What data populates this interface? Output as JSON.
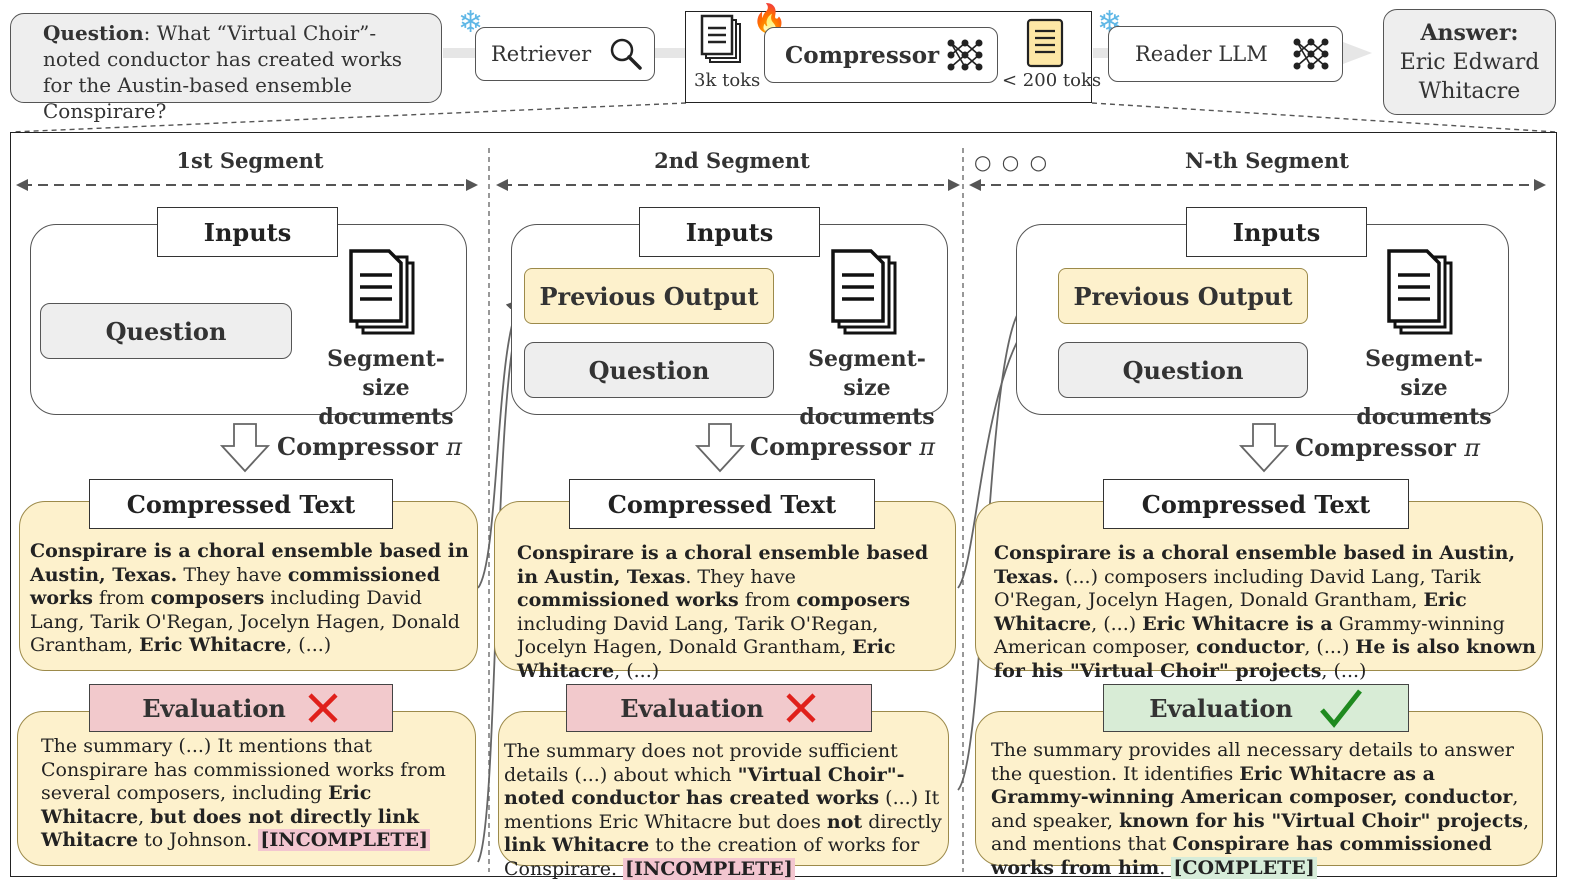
{
  "pipeline": {
    "question_label": "Question",
    "question_text": ": What “Virtual Choir”-noted conductor has created works for the Austin-based ensemble Conspirare?",
    "retriever": "Retriever",
    "compressor": "Compressor",
    "input_tokens": "3k toks",
    "output_tokens": "< 200 toks",
    "reader": "Reader LLM",
    "answer_label": "Answer:",
    "answer_text": "Eric Edward Whitacre"
  },
  "segments": [
    {
      "title": "1st Segment",
      "inputs": "Inputs",
      "question": "Question",
      "docs": "Segment-size documents",
      "compressor": "Compressor",
      "pi": "π",
      "compressed_title": "Compressed Text",
      "compressed": [
        {
          "t": "Conspirare is a choral ensemble based in Austin, Texas.",
          "b": true
        },
        {
          "t": "  They have ",
          "b": false
        },
        {
          "t": "commissioned works",
          "b": true
        },
        {
          "t": " from ",
          "b": false
        },
        {
          "t": "composers",
          "b": true
        },
        {
          "t": " including David Lang, Tarik O'Regan, Jocelyn Hagen, Donald Grantham, ",
          "b": false
        },
        {
          "t": "Eric Whitacre",
          "b": true
        },
        {
          "t": ", (...)",
          "b": false
        }
      ],
      "eval_title": "Evaluation",
      "evaluation": [
        {
          "t": "The summary (...) It mentions that Conspirare has commissioned works from several composers, including ",
          "b": false
        },
        {
          "t": "Eric Whitacre",
          "b": true
        },
        {
          "t": ", ",
          "b": false
        },
        {
          "t": "but does not directly link Whitacre",
          "b": true
        },
        {
          "t": " to Johnson. ",
          "b": false
        }
      ],
      "tag": "[INCOMPLETE]"
    },
    {
      "title": "2nd Segment",
      "inputs": "Inputs",
      "prev": "Previous Output",
      "question": "Question",
      "docs": "Segment-size documents",
      "compressor": "Compressor",
      "pi": "π",
      "compressed_title": "Compressed Text",
      "compressed": [
        {
          "t": "Conspirare is a choral ensemble based in Austin, Texas",
          "b": true
        },
        {
          "t": ". They have ",
          "b": false
        },
        {
          "t": "commissioned works",
          "b": true
        },
        {
          "t": " from ",
          "b": false
        },
        {
          "t": "composers",
          "b": true
        },
        {
          "t": " including  David Lang, Tarik O'Regan, Jocelyn Hagen, Donald Grantham, ",
          "b": false
        },
        {
          "t": "Eric Whitacre",
          "b": true
        },
        {
          "t": ", (...)",
          "b": false
        }
      ],
      "eval_title": "Evaluation",
      "evaluation": [
        {
          "t": "The summary does not provide sufficient details (...) about which ",
          "b": false
        },
        {
          "t": "\"Virtual Choir\"-noted conductor has created works",
          "b": true
        },
        {
          "t": " (...)  It mentions Eric Whitacre but does ",
          "b": false
        },
        {
          "t": "not",
          "b": true
        },
        {
          "t": " directly ",
          "b": false
        },
        {
          "t": "link Whitacre",
          "b": true
        },
        {
          "t": " to the creation of works for Conspirare. ",
          "b": false
        }
      ],
      "tag": "[INCOMPLETE]"
    },
    {
      "title": "N-th Segment",
      "dots": "○ ○ ○",
      "inputs": "Inputs",
      "prev": "Previous Output",
      "question": "Question",
      "docs": "Segment-size documents",
      "compressor": "Compressor",
      "pi": "π",
      "compressed_title": "Compressed Text",
      "compressed": [
        {
          "t": "Conspirare is a choral ensemble based in Austin, Texas.",
          "b": true
        },
        {
          "t": " (...) composers including David Lang, Tarik O'Regan, Jocelyn Hagen, Donald Grantham, ",
          "b": false
        },
        {
          "t": "Eric Whitacre",
          "b": true
        },
        {
          "t": ", (...) ",
          "b": false
        },
        {
          "t": "Eric Whitacre is a",
          "b": true
        },
        {
          "t": " Grammy-winning American composer, ",
          "b": false
        },
        {
          "t": "conductor",
          "b": true
        },
        {
          "t": ", (...) ",
          "b": false
        },
        {
          "t": "He is also known for his \"Virtual Choir\" projects",
          "b": true
        },
        {
          "t": ", (...)",
          "b": false
        }
      ],
      "eval_title": "Evaluation",
      "evaluation": [
        {
          "t": "The summary provides all necessary details to answer the question. It identifies ",
          "b": false
        },
        {
          "t": "Eric Whitacre as a Grammy-winning American composer, conductor",
          "b": true
        },
        {
          "t": ", and speaker, ",
          "b": false
        },
        {
          "t": "known for his \"Virtual Choir\" projects",
          "b": true
        },
        {
          "t": ", and mentions that ",
          "b": false
        },
        {
          "t": "Conspirare has commissioned works from him",
          "b": true
        },
        {
          "t": ". ",
          "b": false
        }
      ],
      "tag": "[COMPLETE]"
    }
  ],
  "colors": {
    "yellow": "#fdf1cc",
    "gray": "#eeeeee",
    "pink": "#f2c9cc",
    "green": "#d8ecd6",
    "red_x": "#e0201b",
    "green_check": "#1f8a1f",
    "fire": "#f07a1a",
    "snow": "#5fb7e6"
  }
}
